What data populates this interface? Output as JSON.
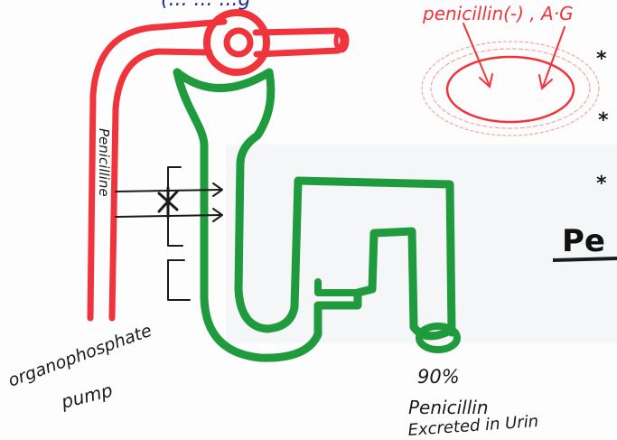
{
  "labels": {
    "top_partial": "(... ... ...g",
    "penicilline": "Penicilline",
    "pump_line1": "organophosphate",
    "pump_line2": "pump",
    "excreted_pct": "90%",
    "excreted_drug": "Penicillin",
    "excreted_text": "Excreted in Urin",
    "inset_title": "penicillin(-) , A·G",
    "section_heading": "Pe",
    "bullet_star": "*"
  },
  "colors": {
    "artery": "#f0343b",
    "tubule": "#1f9a3c",
    "ink": "#1b1b1b",
    "heading_ink": "#111111",
    "glow": "#f2a6a6"
  }
}
